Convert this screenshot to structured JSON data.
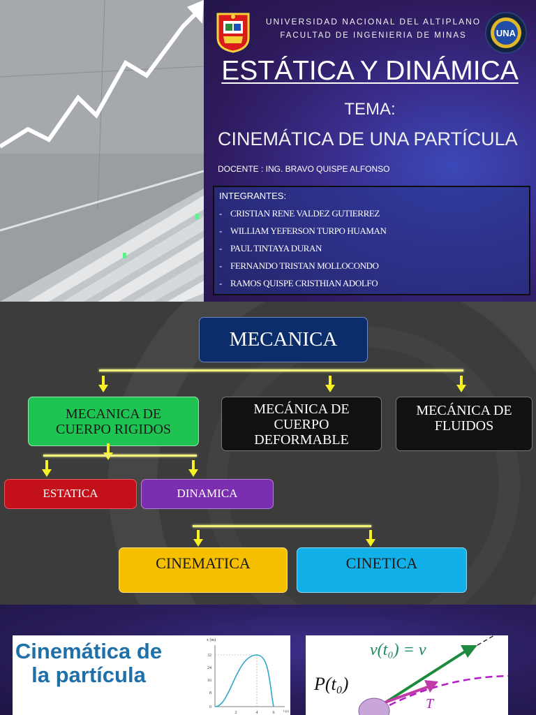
{
  "cover": {
    "university": "UNIVERSIDAD NACIONAL DEL ALTIPLANO",
    "faculty": "FACULTAD DE INGENIERIA DE MINAS",
    "title": "ESTÁTICA Y DINÁMICA",
    "tema_label": "TEMA:",
    "tema_value": "CINEMÁTICA DE UNA PARTÍCULA",
    "docente": "DOCENTE : ING. BRAVO QUISPE ALFONSO",
    "members_title": "INTEGRANTES:",
    "members": [
      "CRISTIAN RENE VALDEZ GUTIERREZ",
      "WILLIAM YEFERSON TURPO HUAMAN",
      "PAUL TINTAYA DURAN",
      "FERNANDO TRISTAN MOLLOCONDO",
      "RAMOS QUISPE CRISTHIAN ADOLFO"
    ],
    "seal_right_text": "UNA",
    "colors": {
      "cover_accent": "#3a2d8c",
      "members_box": "#24378c"
    }
  },
  "diagram": {
    "root": "MECANICA",
    "branches": [
      "MECANICA DE CUERPO RIGIDOS",
      "MECÁNICA DE CUERPO DEFORMABLE",
      "MECÁNICA DE FLUIDOS"
    ],
    "rigid_children": [
      "ESTATICA",
      "DINAMICA"
    ],
    "dynamic_children": [
      "CINEMATICA",
      "CINETICA"
    ],
    "colors": {
      "root": "#0c2d6b",
      "rigid": "#1ec452",
      "deformable": "#111111",
      "fluids": "#111111",
      "estatica": "#c4101a",
      "dinamica": "#7b2fb0",
      "cinematica": "#f6c000",
      "cinetica": "#12b0e8",
      "connector": "#f3f07a"
    }
  },
  "preview": {
    "left_title": "Cinemática de la partícula",
    "graph_ylabel": "x (m)",
    "graph_xlabel": "t (s)",
    "graph_yticks": [
      "32",
      "24",
      "16",
      "8",
      "0"
    ],
    "graph_xticks": [
      "2",
      "4",
      "6"
    ],
    "right_formula_v": "v(t₀) = v",
    "right_label_p": "P(t₀)",
    "right_label_t": "T"
  }
}
